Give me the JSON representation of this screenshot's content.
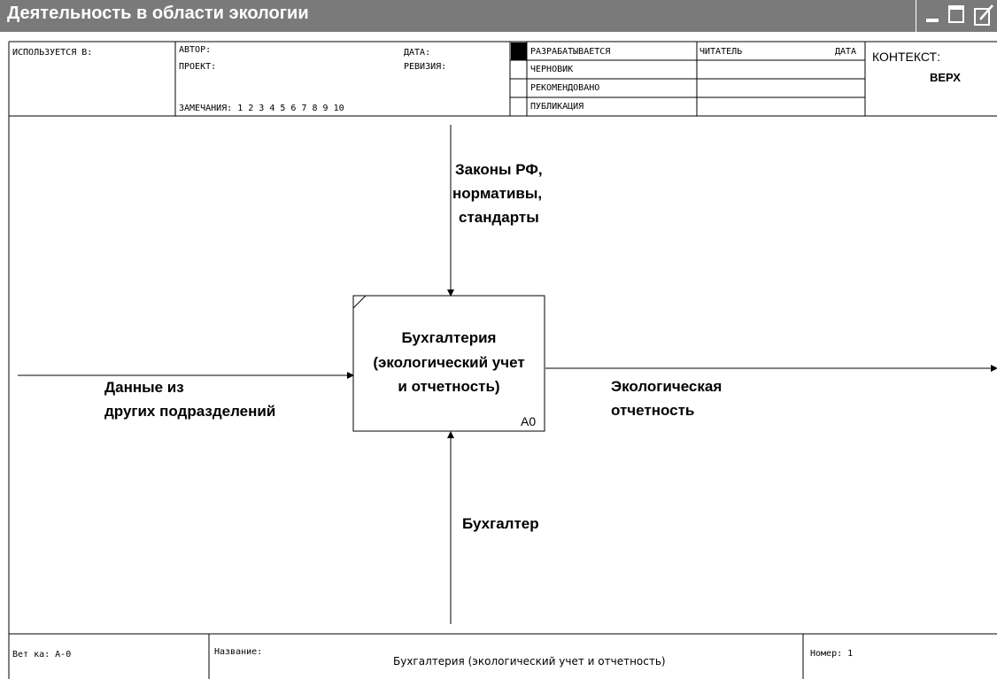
{
  "window": {
    "title": "Деятельность в области экологии"
  },
  "header": {
    "used_in": "ИСПОЛЬЗУЕТСЯ В:",
    "author": "АВТОР:",
    "project": "ПРОЕКТ:",
    "date": "ДАТА:",
    "revision": "РЕВИЗИЯ:",
    "notes": "ЗАМЕЧАНИЯ:  1  2  3  4  5  6  7  8  9  10",
    "status_rows": [
      "РАЗРАБАТЫВАЕТСЯ",
      "ЧЕРНОВИК",
      "РЕКОМЕНДОВАНО",
      "ПУБЛИКАЦИЯ"
    ],
    "reader": "ЧИТАТЕЛЬ",
    "reader_date": "ДАТА",
    "context_label": "КОНТЕКСТ:",
    "context_value": "ВЕРХ"
  },
  "diagram": {
    "box_title": [
      "Бухгалтерия",
      "(экологический учет",
      "и отчетность)"
    ],
    "box_number": "A0",
    "control_label": [
      "Законы РФ,",
      "нормативы,",
      "стандарты"
    ],
    "input_label": [
      "Данные из",
      "других подразделений"
    ],
    "output_label": [
      "Экологическая",
      "отчетность"
    ],
    "mechanism_label": "Бухгалтер"
  },
  "footer": {
    "node": "Вет ка: A-0",
    "name_label": "Название:",
    "name_value": "Бухгалтерия (экологический учет и отчетность)",
    "number": "Номер: 1"
  }
}
